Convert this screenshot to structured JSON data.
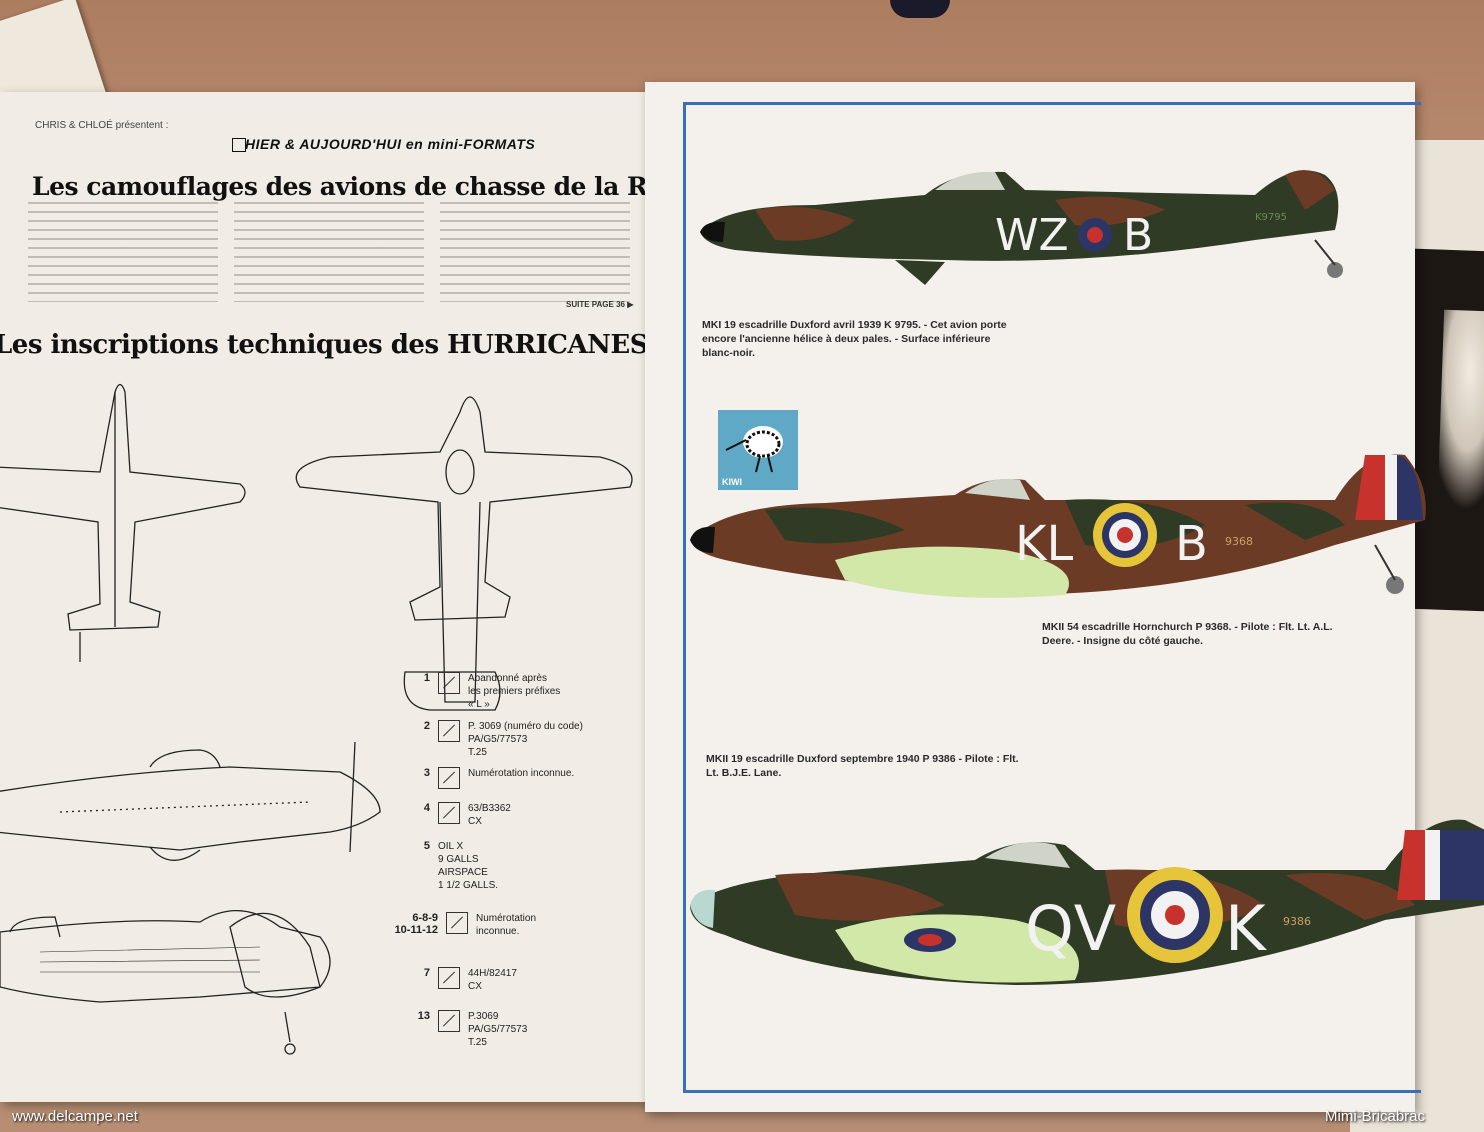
{
  "left_page": {
    "credit": "CHRIS & CHLOÉ présentent :",
    "series": "HIER & AUJOURD'HUI en mini-FORMATS",
    "title_1": "Les camouflages des avions de chasse de la R.A.F.",
    "suite": "SUITE PAGE 36 ▶",
    "title_2": "Les inscriptions techniques des HURRICANES",
    "legend": [
      {
        "num": "1",
        "text": "Abandonné après\nles premiers préfixes\n« L »"
      },
      {
        "num": "2",
        "text": "P. 3069 (numéro du code)\nPA/G5/77573\nT.25"
      },
      {
        "num": "3",
        "text": "Numérotation inconnue."
      },
      {
        "num": "4",
        "text": "63/B3362\nCX"
      },
      {
        "num": "5",
        "text": "OIL X\n9 GALLS\nAIRSPACE\n1 1/2 GALLS."
      },
      {
        "num": "6-8-9\n10-11-12",
        "text": "Numérotation\ninconnue."
      },
      {
        "num": "7",
        "text": "44H/82417\nCX"
      },
      {
        "num": "13",
        "text": "P.3069\nPA/G5/77573\nT.25"
      }
    ]
  },
  "right_page": {
    "kiwi_label": "KIWI",
    "planes": [
      {
        "code_left": "WZ",
        "code_right": "B",
        "serial": "K9795",
        "caption": "MKI 19 escadrille Duxford avril 1939 K 9795. - Cet avion porte\nencore l'ancienne hélice à deux pales. - Surface inférieure\nblanc-noir."
      },
      {
        "code_left": "KL",
        "code_right": "B",
        "serial": "9368",
        "caption": "MKII 54 escadrille Hornchurch P 9368. - Pilote : Flt. Lt. A.L.\nDeere. - Insigne du côté gauche."
      },
      {
        "code_left": "QV",
        "code_right": "K",
        "serial": "9386",
        "caption": "MKII 19 escadrille Duxford septembre 1940 P 9386 - Pilote : Flt.\nLt. B.J.E. Lane."
      }
    ]
  },
  "watermarks": {
    "left": "www.delcampe.net",
    "right": "Mimi-Bricabrac"
  },
  "colors": {
    "camo_green": "#2f3b24",
    "camo_brown": "#6b3b25",
    "underside_green": "#d2e8a8",
    "roundel_yellow": "#e6c53a",
    "roundel_blue": "#2c3566",
    "roundel_red": "#c7322d",
    "frame_blue": "#3a6fb8",
    "kiwi_blue": "#5fa9c6"
  }
}
